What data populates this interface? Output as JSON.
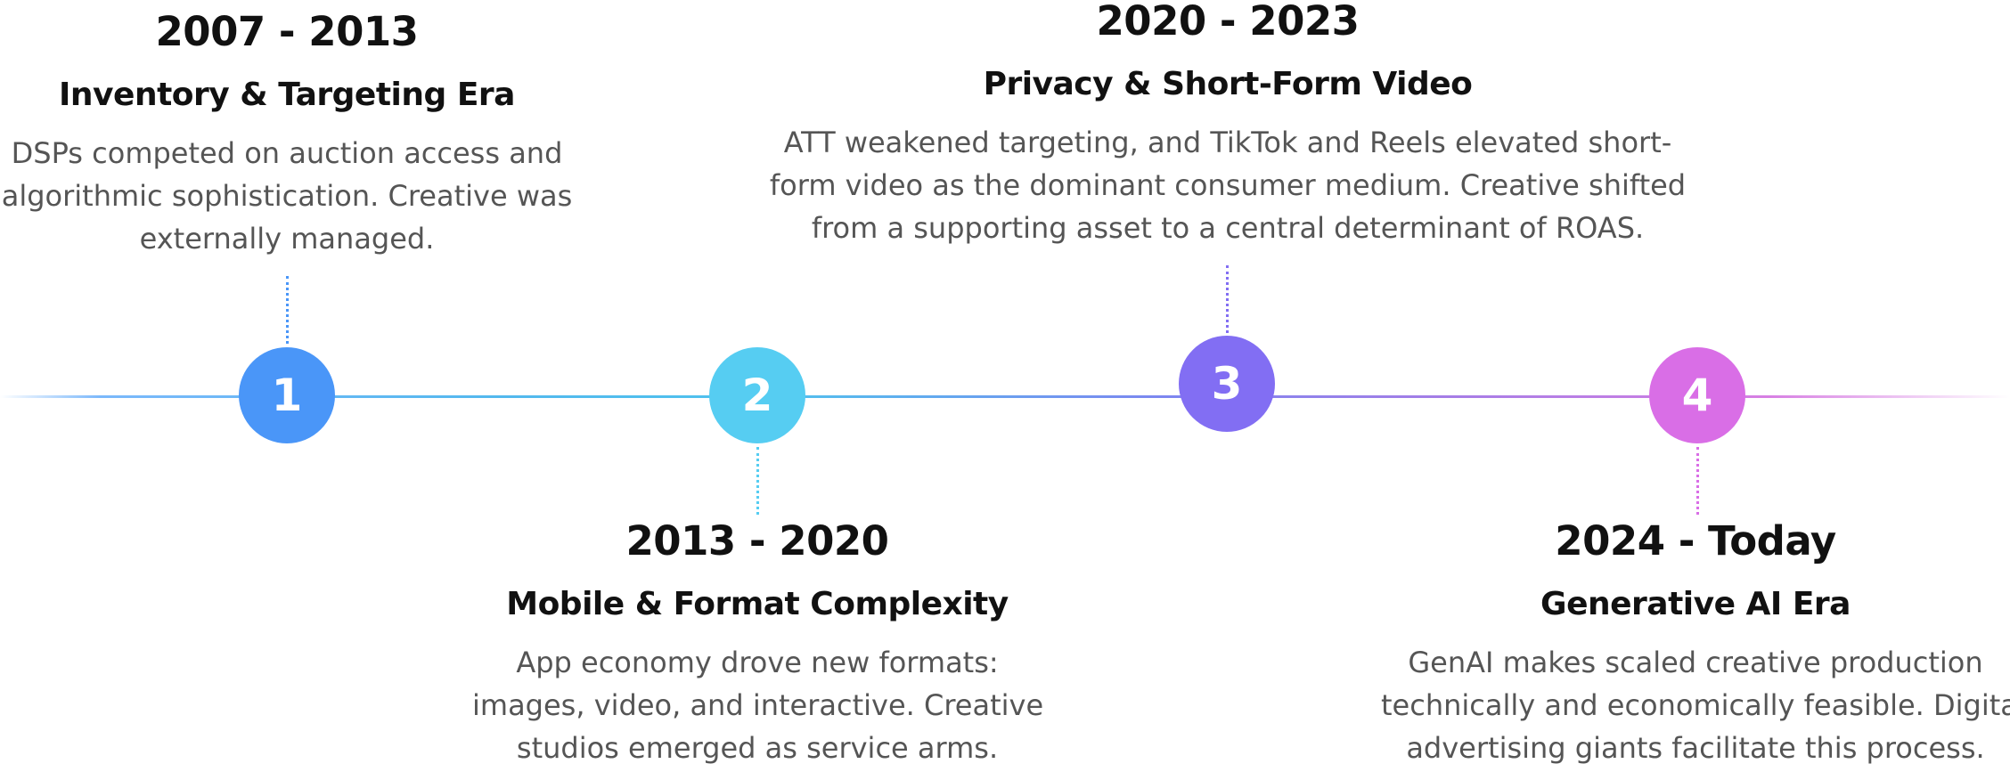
{
  "colors": {
    "milestone_1": "#4a96f8",
    "milestone_2": "#56cdf2",
    "milestone_3": "#826ef3",
    "milestone_4": "#d96ee6",
    "heading": "#111111",
    "body_text": "#555555"
  },
  "milestones": [
    {
      "number": "1",
      "years": "2007 - 2013",
      "title": "Inventory & Targeting Era",
      "description": [
        "DSPs competed on auction access and",
        "algorithmic sophistication. Creative was",
        "externally managed."
      ]
    },
    {
      "number": "2",
      "years": "2013 - 2020",
      "title": "Mobile & Format Complexity",
      "description": [
        "App economy drove new formats:",
        "images, video, and interactive. Creative",
        "studios emerged as service arms."
      ]
    },
    {
      "number": "3",
      "years": "2020 - 2023",
      "title": "Privacy & Short-Form Video",
      "description": [
        "ATT weakened targeting, and TikTok and Reels elevated short-",
        "form video as the dominant consumer medium. Creative shifted",
        "from a supporting asset to a central determinant of ROAS."
      ]
    },
    {
      "number": "4",
      "years": "2024 - Today",
      "title": "Generative AI Era",
      "description": [
        "GenAI makes scaled creative production",
        "technically and economically feasible. Digital",
        "advertising giants facilitate this process."
      ]
    }
  ]
}
